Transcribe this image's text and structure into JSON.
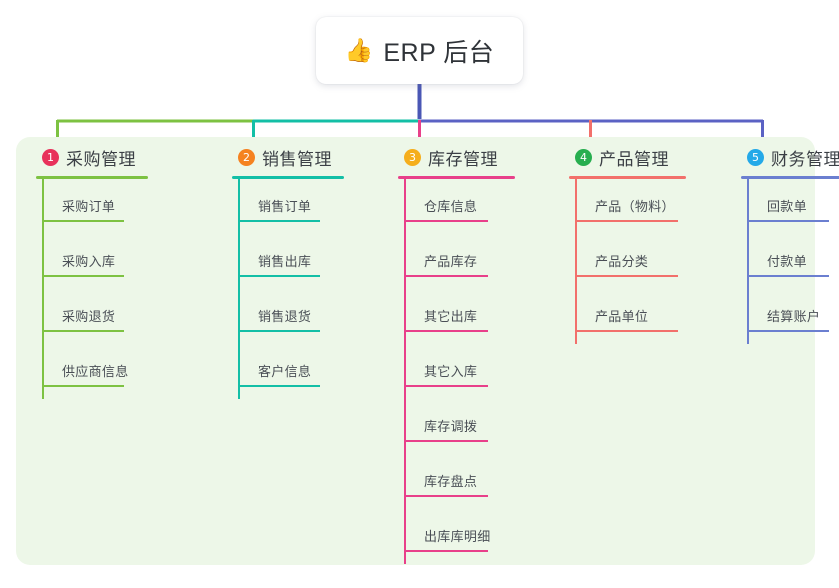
{
  "root": {
    "icon": "thumbs-up-emoji",
    "emoji": "👍",
    "title": "ERP 后台"
  },
  "canvas": {
    "background": "#edf7e8"
  },
  "connectors": {
    "trunk_color": "#4a57b5",
    "segment_colors": [
      "#7dc242",
      "#13bfa6",
      "#5b62c4"
    ],
    "drop_colors": [
      "#7dc242",
      "#13bfa6",
      "#e8408a",
      "#f2706b",
      "#5b62c4"
    ]
  },
  "columns": [
    {
      "number": "1",
      "title": "采购管理",
      "badge_color": "#e8325b",
      "line_color": "#7dc242",
      "rule_width": 112,
      "item_rule_width": 82,
      "items": [
        {
          "label": "采购订单"
        },
        {
          "label": "采购入库"
        },
        {
          "label": "采购退货"
        },
        {
          "label": "供应商信息"
        }
      ]
    },
    {
      "number": "2",
      "title": "销售管理",
      "badge_color": "#f58220",
      "line_color": "#13bfa6",
      "rule_width": 112,
      "item_rule_width": 82,
      "items": [
        {
          "label": "销售订单"
        },
        {
          "label": "销售出库"
        },
        {
          "label": "销售退货"
        },
        {
          "label": "客户信息"
        }
      ]
    },
    {
      "number": "3",
      "title": "库存管理",
      "badge_color": "#f5ae1c",
      "line_color": "#e8408a",
      "rule_width": 117,
      "item_rule_width": 84,
      "items": [
        {
          "label": "仓库信息"
        },
        {
          "label": "产品库存"
        },
        {
          "label": "其它出库"
        },
        {
          "label": "其它入库"
        },
        {
          "label": "库存调拨"
        },
        {
          "label": "库存盘点"
        },
        {
          "label": "出库库明细"
        }
      ]
    },
    {
      "number": "4",
      "title": "产品管理",
      "badge_color": "#27ae4f",
      "line_color": "#f2706b",
      "rule_width": 117,
      "item_rule_width": 103,
      "items": [
        {
          "label": "产品（物料）"
        },
        {
          "label": "产品分类"
        },
        {
          "label": "产品单位"
        }
      ]
    },
    {
      "number": "5",
      "title": "财务管理",
      "badge_color": "#24a9e8",
      "line_color": "#6b7fd0",
      "rule_width": 113,
      "item_rule_width": 82,
      "items": [
        {
          "label": "回款单"
        },
        {
          "label": "付款单"
        },
        {
          "label": "结算账户"
        }
      ]
    }
  ]
}
